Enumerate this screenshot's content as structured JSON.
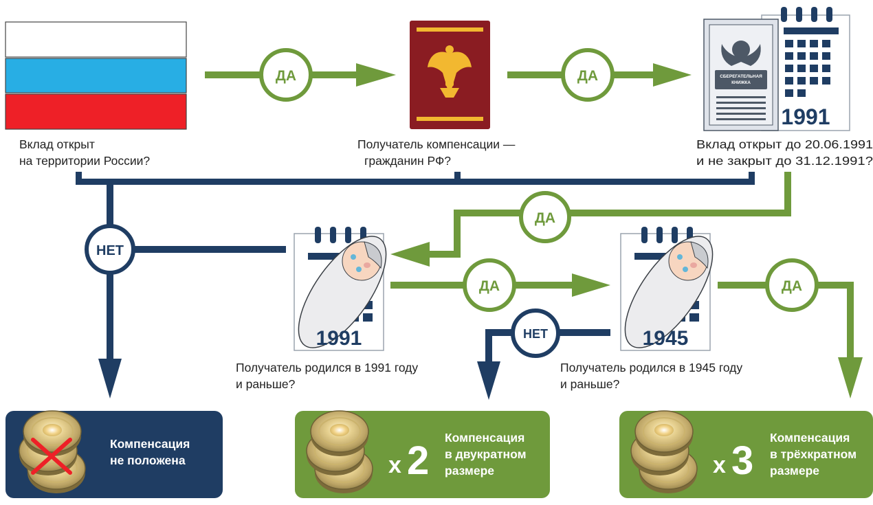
{
  "colors": {
    "green": "#6f9a3c",
    "navy": "#1f3d63",
    "flag_white": "#ffffff",
    "flag_blue": "#28aee4",
    "flag_red": "#ee2027",
    "passport": "#8a1c22",
    "gold": "#f2b830"
  },
  "labels": {
    "yes": "ДА",
    "no": "НЕТ"
  },
  "questions": {
    "russia": [
      "Вклад открыт",
      "на территории России?"
    ],
    "citizen": [
      "Получатель компенсации —",
      "гражданин РФ?"
    ],
    "deposit": [
      "Вклад открыт до 20.06.1991",
      "и не закрыт до 31.12.1991?"
    ],
    "born1991": [
      "Получатель родился в 1991 году",
      "и раньше?"
    ],
    "born1945": [
      "Получатель родился в 1945 году",
      "и раньше?"
    ]
  },
  "calendars": {
    "book_year": "1991",
    "baby1_year": "1991",
    "baby2_year": "1945",
    "book_title": [
      "СБЕРЕГАТЕЛЬНАЯ",
      "КНИЖКА"
    ]
  },
  "results": {
    "none": {
      "text": [
        "Компенсация",
        "не положена"
      ]
    },
    "double": {
      "x": "x",
      "n": "2",
      "text": [
        "Компенсация",
        "в двукратном",
        "размере"
      ]
    },
    "triple": {
      "x": "x",
      "n": "3",
      "text": [
        "Компенсация",
        "в трёхкратном",
        "размере"
      ]
    }
  }
}
